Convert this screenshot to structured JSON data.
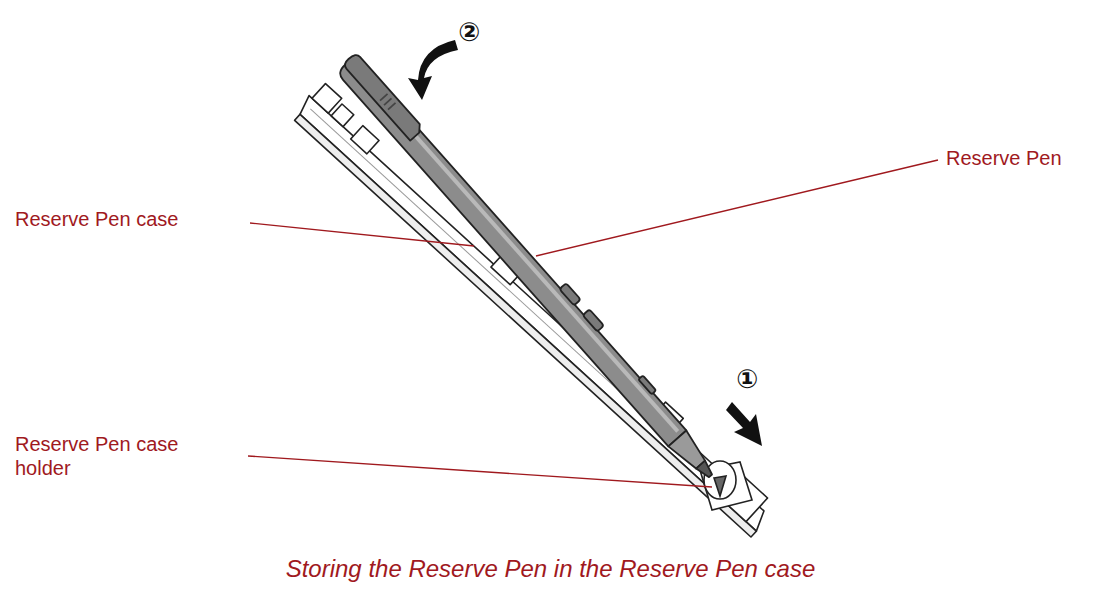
{
  "diagram": {
    "caption": "Storing the Reserve Pen in the Reserve Pen case",
    "labels": [
      "Reserve Pen",
      "Reserve Pen case",
      "Reserve Pen case holder",
      "②",
      "①"
    ]
  }
}
